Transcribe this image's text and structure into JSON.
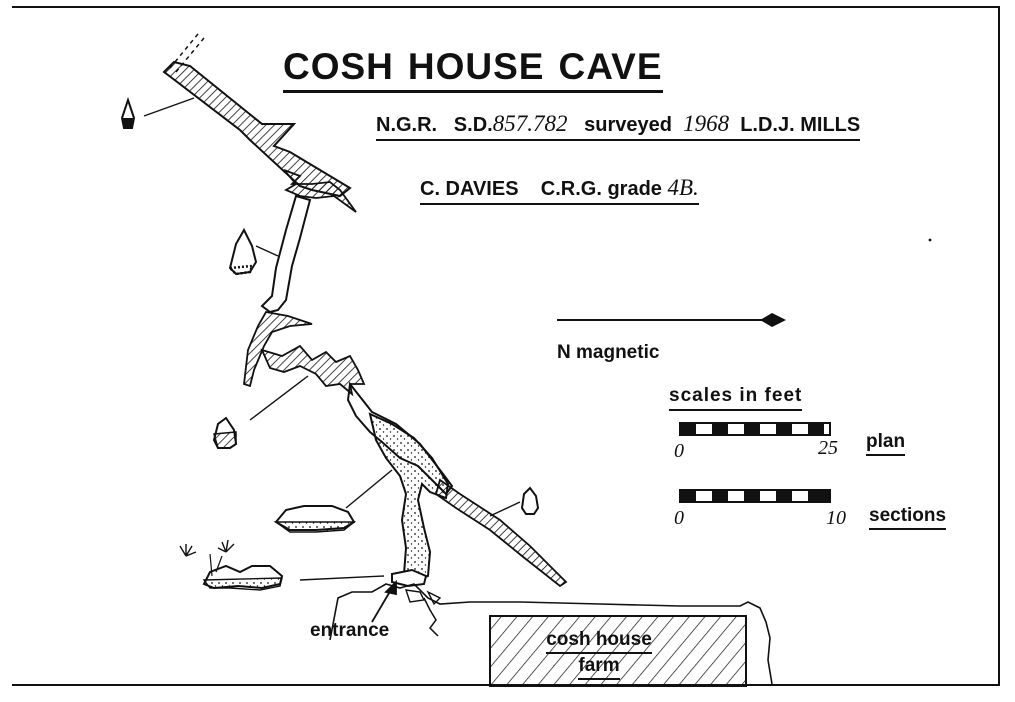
{
  "title": {
    "word1": "COSH",
    "word2": "HOUSE",
    "word3": "CAVE"
  },
  "info": {
    "ngr_prefix": "N.G.R.",
    "ngr_grid": "S.D.",
    "ngr_value": "857.782",
    "surveyed_label": "surveyed",
    "year": "1968",
    "surveyor1": "L.D.J. MILLS",
    "surveyor2": "C. DAVIES",
    "grade_label": "C.R.G. grade",
    "grade_value": "4B."
  },
  "north": {
    "label": "N magnetic"
  },
  "scales": {
    "heading": "scales in feet",
    "plan": {
      "start": "0",
      "end": "25",
      "label": "plan"
    },
    "sections": {
      "start": "0",
      "end": "10",
      "label": "sections"
    }
  },
  "labels": {
    "entrance": "entrance",
    "farm_line1": "cosh house",
    "farm_line2": "farm"
  },
  "colors": {
    "ink": "#111111",
    "paper": "#ffffff"
  }
}
